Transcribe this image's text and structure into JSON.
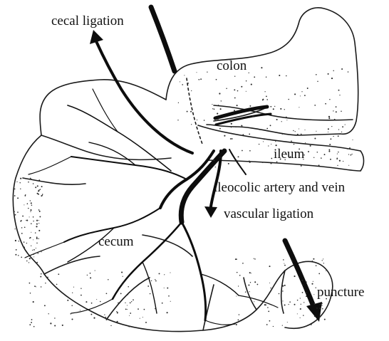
{
  "labels": {
    "cecal_ligation": "cecal ligation",
    "colon": "colon",
    "ileum": "ileum",
    "ileocolic": "ileocolic artery and vein",
    "vascular_ligation": "vascular ligation",
    "cecum": "cecum",
    "puncture": "puncture"
  },
  "colors": {
    "ink": "#111111",
    "background": "#ffffff"
  }
}
